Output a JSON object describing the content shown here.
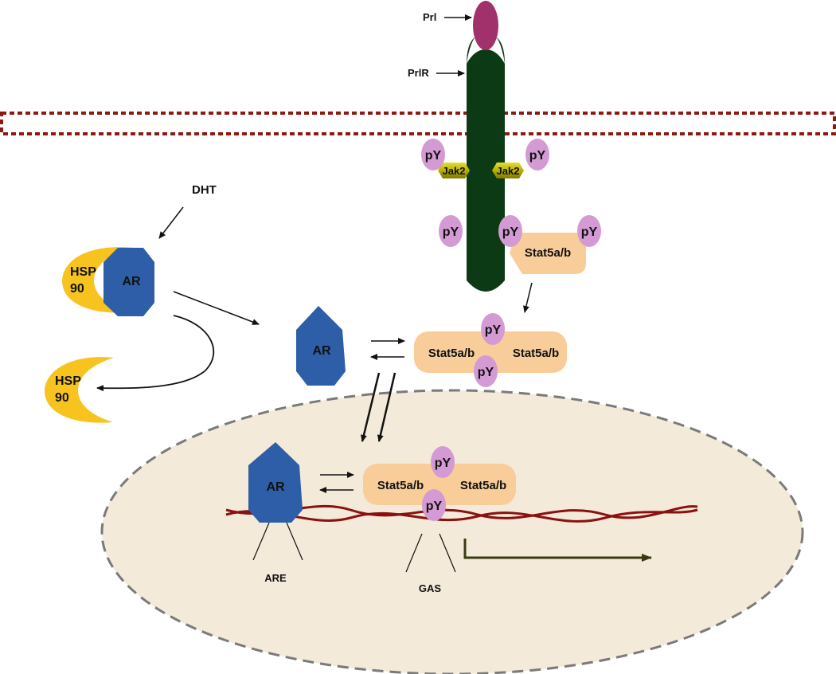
{
  "labels": {
    "prl": "Prl",
    "prlr": "PrlR",
    "dht": "DHT",
    "hsp_bound": [
      "HSP",
      "90"
    ],
    "hsp_free": [
      "HSP",
      "90"
    ],
    "ar": "AR",
    "jak2": "Jak2",
    "py": "pY",
    "stat5": "Stat5a/b",
    "are": "ARE",
    "gas": "GAS"
  },
  "colors": {
    "receptor": "#0c3a14",
    "prolactin": "#a0316b",
    "membrane": "#8b1a12",
    "hsp": "#f7c31e",
    "ar": "#2f5ea8",
    "py": "#d49ad3",
    "jak2": "#c9c000",
    "stat5": "#f8cd9a",
    "nucleus_fill": "#f3eada",
    "nucleus_border": "#7a7a7a",
    "dna": "#8b1111",
    "transcription_arrow": "#3a3a12"
  }
}
